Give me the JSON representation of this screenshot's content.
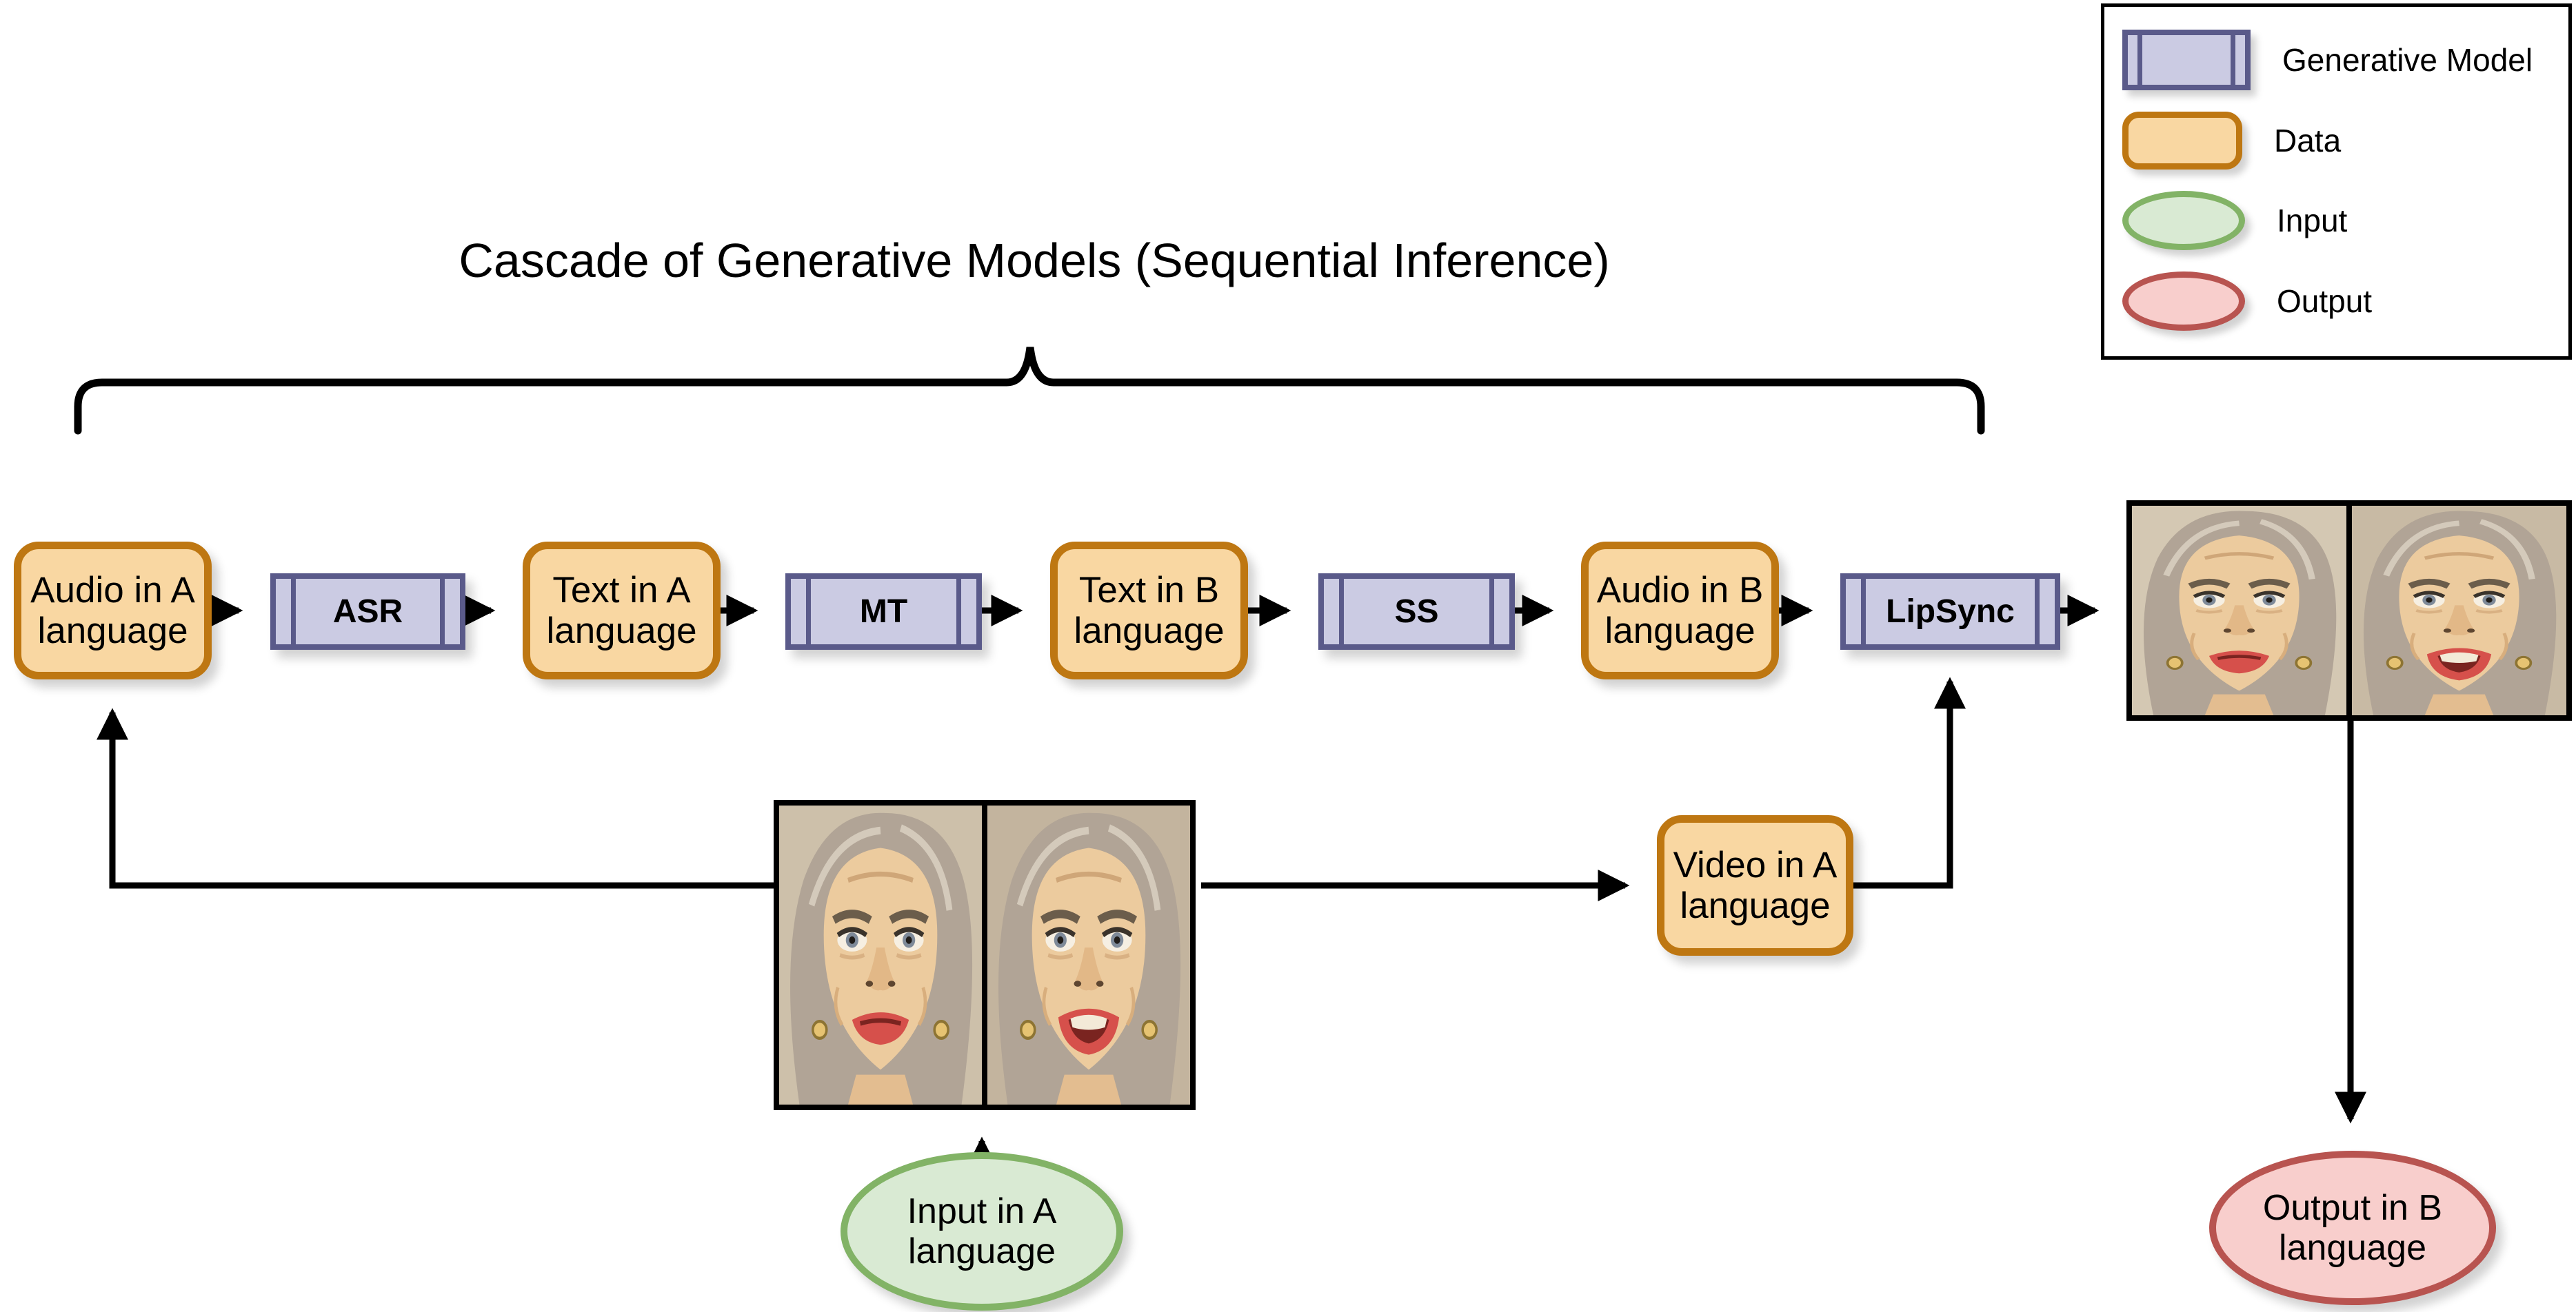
{
  "title": "Cascade of Generative Models (Sequential Inference)",
  "legend": {
    "items": [
      {
        "id": "generative-model",
        "label": "Generative Model"
      },
      {
        "id": "data",
        "label": "Data"
      },
      {
        "id": "input",
        "label": "Input"
      },
      {
        "id": "output",
        "label": "Output"
      }
    ]
  },
  "pipeline": {
    "audio_a": "Audio in A language",
    "asr": "ASR",
    "text_a": "Text in A language",
    "mt": "MT",
    "text_b": "Text in B language",
    "ss": "SS",
    "audio_b": "Audio in B language",
    "lipsync": "LipSync",
    "video_a": "Video in A language"
  },
  "terminals": {
    "input": "Input in A language",
    "output": "Output in B language"
  },
  "colors": {
    "model-fill": "#CBCBE3",
    "model-border": "#5A5A8A",
    "data-fill": "#F9D7A2",
    "data-border": "#BE7712",
    "input-fill": "#D9EAD3",
    "input-border": "#82B366",
    "output-fill": "#F8CECC",
    "output-border": "#B85450",
    "line": "#000000"
  }
}
